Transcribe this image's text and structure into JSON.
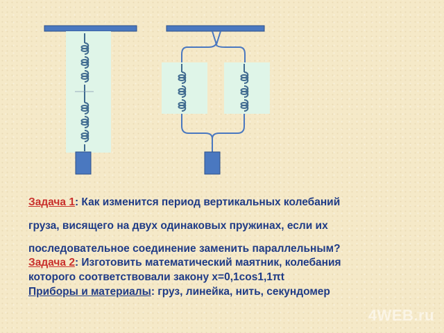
{
  "task1": {
    "label": "Задача 1",
    "line1": ": Как изменится период вертикальных колебаний",
    "line2": "груза, висящего на двух одинаковых пружинах, если их",
    "line3": "последовательное соединение заменить параллельным?"
  },
  "task2": {
    "label": "Задача 2",
    "line1": ": Изготовить математический маятник, колебания",
    "line2": "которого соответствовали закону x=0,1cos1,1πt"
  },
  "materials": {
    "label": "Приборы и материалы",
    "text": ": груз, линейка, нить, секундомер"
  },
  "watermark": "4WEB.ru",
  "colors": {
    "background": "#f5e9c8",
    "text": "#1f3b86",
    "accent_red": "#c9302c",
    "bar_blue": "#4a78c0",
    "spring_panel": "#dff5e8"
  }
}
